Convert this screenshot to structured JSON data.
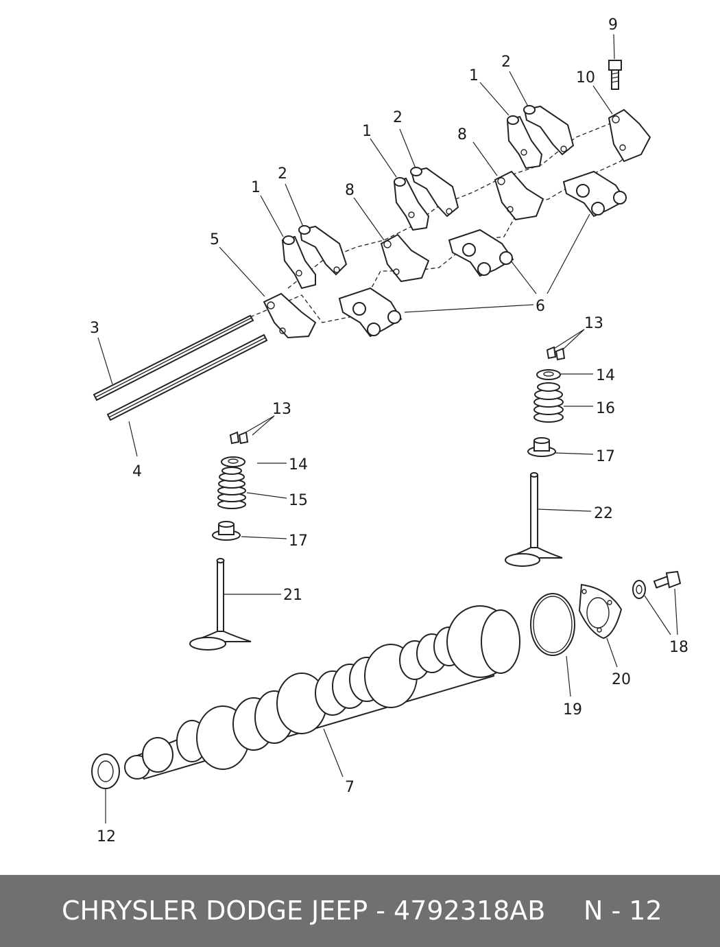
{
  "diagram": {
    "callouts": {
      "c1a": "1",
      "c1b": "1",
      "c1c": "1",
      "c2a": "2",
      "c2b": "2",
      "c2c": "2",
      "c3": "3",
      "c4": "4",
      "c5": "5",
      "c6": "6",
      "c7": "7",
      "c8a": "8",
      "c8b": "8",
      "c9": "9",
      "c10": "10",
      "c12": "12",
      "c13a": "13",
      "c13b": "13",
      "c14a": "14",
      "c14b": "14",
      "c15": "15",
      "c16": "16",
      "c17a": "17",
      "c17b": "17",
      "c18": "18",
      "c19": "19",
      "c20": "20",
      "c21": "21",
      "c22": "22"
    }
  },
  "footer": {
    "brand": "CHRYSLER DODGE JEEP - 4792318AB",
    "page": "N - 12"
  }
}
